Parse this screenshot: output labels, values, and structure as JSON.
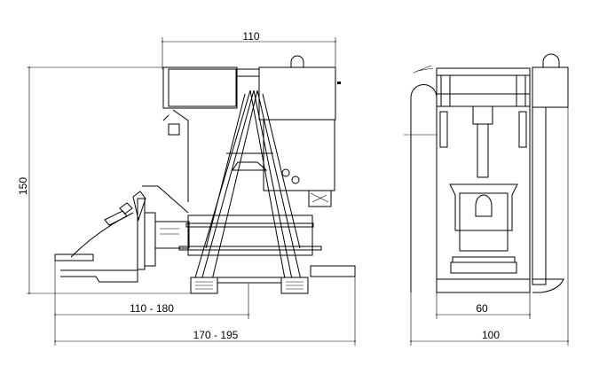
{
  "side_view": {
    "dim_top_width": "110",
    "dim_height": "150",
    "dim_reach": "110 - 180",
    "dim_total_length": "170 - 195"
  },
  "front_view": {
    "dim_inner_width": "60",
    "dim_total_width": "100"
  }
}
